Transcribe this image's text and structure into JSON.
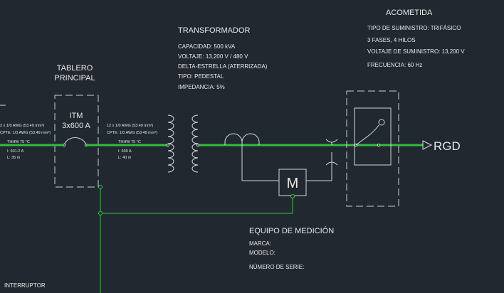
{
  "acometida": {
    "title": "ACOMETIDA",
    "lines": [
      "TIPO DE SUMINISTRO: TRIFÁSICO",
      "3 FASES, 4 HILOS",
      "VOLTAJE DE SUMINISTRO: 13,200 V",
      "FRECUENCIA: 60 Hz"
    ]
  },
  "transformador": {
    "title": "TRANSFORMADOR",
    "lines": [
      "CAPACIDAD: 500 kVA",
      "VOLTAJE: 13,200 V / 480 V",
      "DELTA-ESTRELLA (ATERRIZADA)",
      "TIPO: PEDESTAL",
      "IMPEDANCIA: 5%"
    ]
  },
  "tablero": {
    "title_line1": "TABLERO",
    "title_line2": "PRINCIPAL",
    "itm_line1": "ITM",
    "itm_line2": "3x600 A"
  },
  "cable_left": {
    "lines": [
      "2 x 1/0 AWG (53.49 mm²)",
      "CPTE: 1/0 AWG (53.49 mm²)",
      "THHW  75 °C",
      "I:  601.2 A",
      "L:  35 m"
    ]
  },
  "cable_right": {
    "lines": [
      "12 x 1/0 AWG (53.49 mm²)",
      "CPTE: 1/0 AWG (53.49 mm²)",
      "THHW  75 °C",
      "I:     600 A",
      "L:   40 m"
    ]
  },
  "medidor": {
    "symbol": "M",
    "title": "EQUIPO DE MEDICIÓN",
    "lines": [
      "MARCA:",
      "MODELO:",
      "NÚMERO DE SERIE:"
    ]
  },
  "rgd_label": "RGD",
  "interruptor_label": "INTERRUPTOR",
  "colors": {
    "background": "#212830",
    "bus": "#2fbf3a",
    "ground": "#3cc04a",
    "lines": "#d8d8d8"
  }
}
